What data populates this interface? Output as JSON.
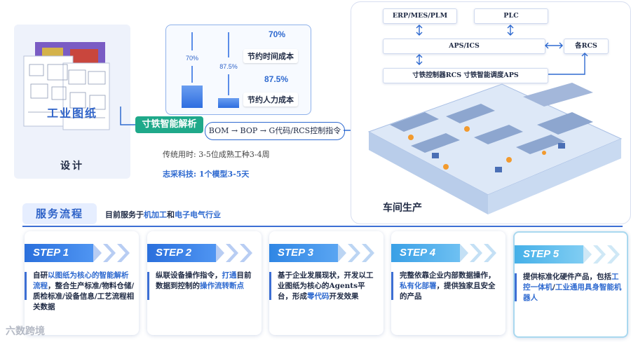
{
  "design": {
    "title": "工业图纸",
    "label": "设计"
  },
  "savings": {
    "bars": [
      {
        "percent_label": "70%",
        "fill_fraction": 0.3
      },
      {
        "percent_label": "87.5%",
        "fill_fraction": 0.125
      }
    ],
    "items": [
      {
        "percent": "70%",
        "label": "节约时间成本"
      },
      {
        "percent": "87.5%",
        "label": "节约人力成本"
      }
    ]
  },
  "analysis": {
    "tag": "寸铁智能解析",
    "flow": "BOM → BOP → G代码/RCS控制指令",
    "traditional": "传统用时: 3-5位成熟工种3-4周",
    "zhicai": "志采科技: 1个模型3-5天"
  },
  "factory": {
    "systems": {
      "erp": "ERP/MES/PLM",
      "plc": "PLC",
      "aps_ics": "APS/ICS",
      "rcs_other": "各RCS",
      "cunte": "寸铁控制器RCS  寸铁智能调度APS"
    },
    "label": "车间生产"
  },
  "service": {
    "title": "服务流程",
    "desc_prefix": "目前服务于",
    "desc_hl1": "机加工",
    "desc_mid": "和",
    "desc_hl2": "电子电气行业",
    "steps": [
      {
        "label": "STEP 1",
        "t1": "自研",
        "h1": "以图纸为核心的智能解析流程",
        "t2": "，整合生产标准/物料仓储/质检标准/设备信息/工艺流程相关数据",
        "h2": "",
        "t3": ""
      },
      {
        "label": "STEP 2",
        "t1": "纵联设备操作指令，",
        "h1": "打通",
        "t2": "目前数据到控制的",
        "h2": "操作流转断点",
        "t3": ""
      },
      {
        "label": "STEP 3",
        "t1": "基于企业发展现状，开发以工业图纸为核心的Agents平台，形成",
        "h1": "零代码",
        "t2": "开发效果",
        "h2": "",
        "t3": ""
      },
      {
        "label": "STEP 4",
        "t1": "完整依靠企业内部数据操作，",
        "h1": "私有化部署",
        "t2": "，提供独家且安全的产品",
        "h2": "",
        "t3": ""
      },
      {
        "label": "STEP 5",
        "t1": "提供标准化硬件产品，包括",
        "h1": "工控一体机",
        "t2": "/",
        "h2": "工业通用具身智能机器人",
        "t3": ""
      }
    ]
  },
  "watermark": "六数跨境",
  "colors": {
    "accent": "#2f6ad0",
    "teal": "#1fa98a",
    "step_head": "#2f80e6"
  }
}
